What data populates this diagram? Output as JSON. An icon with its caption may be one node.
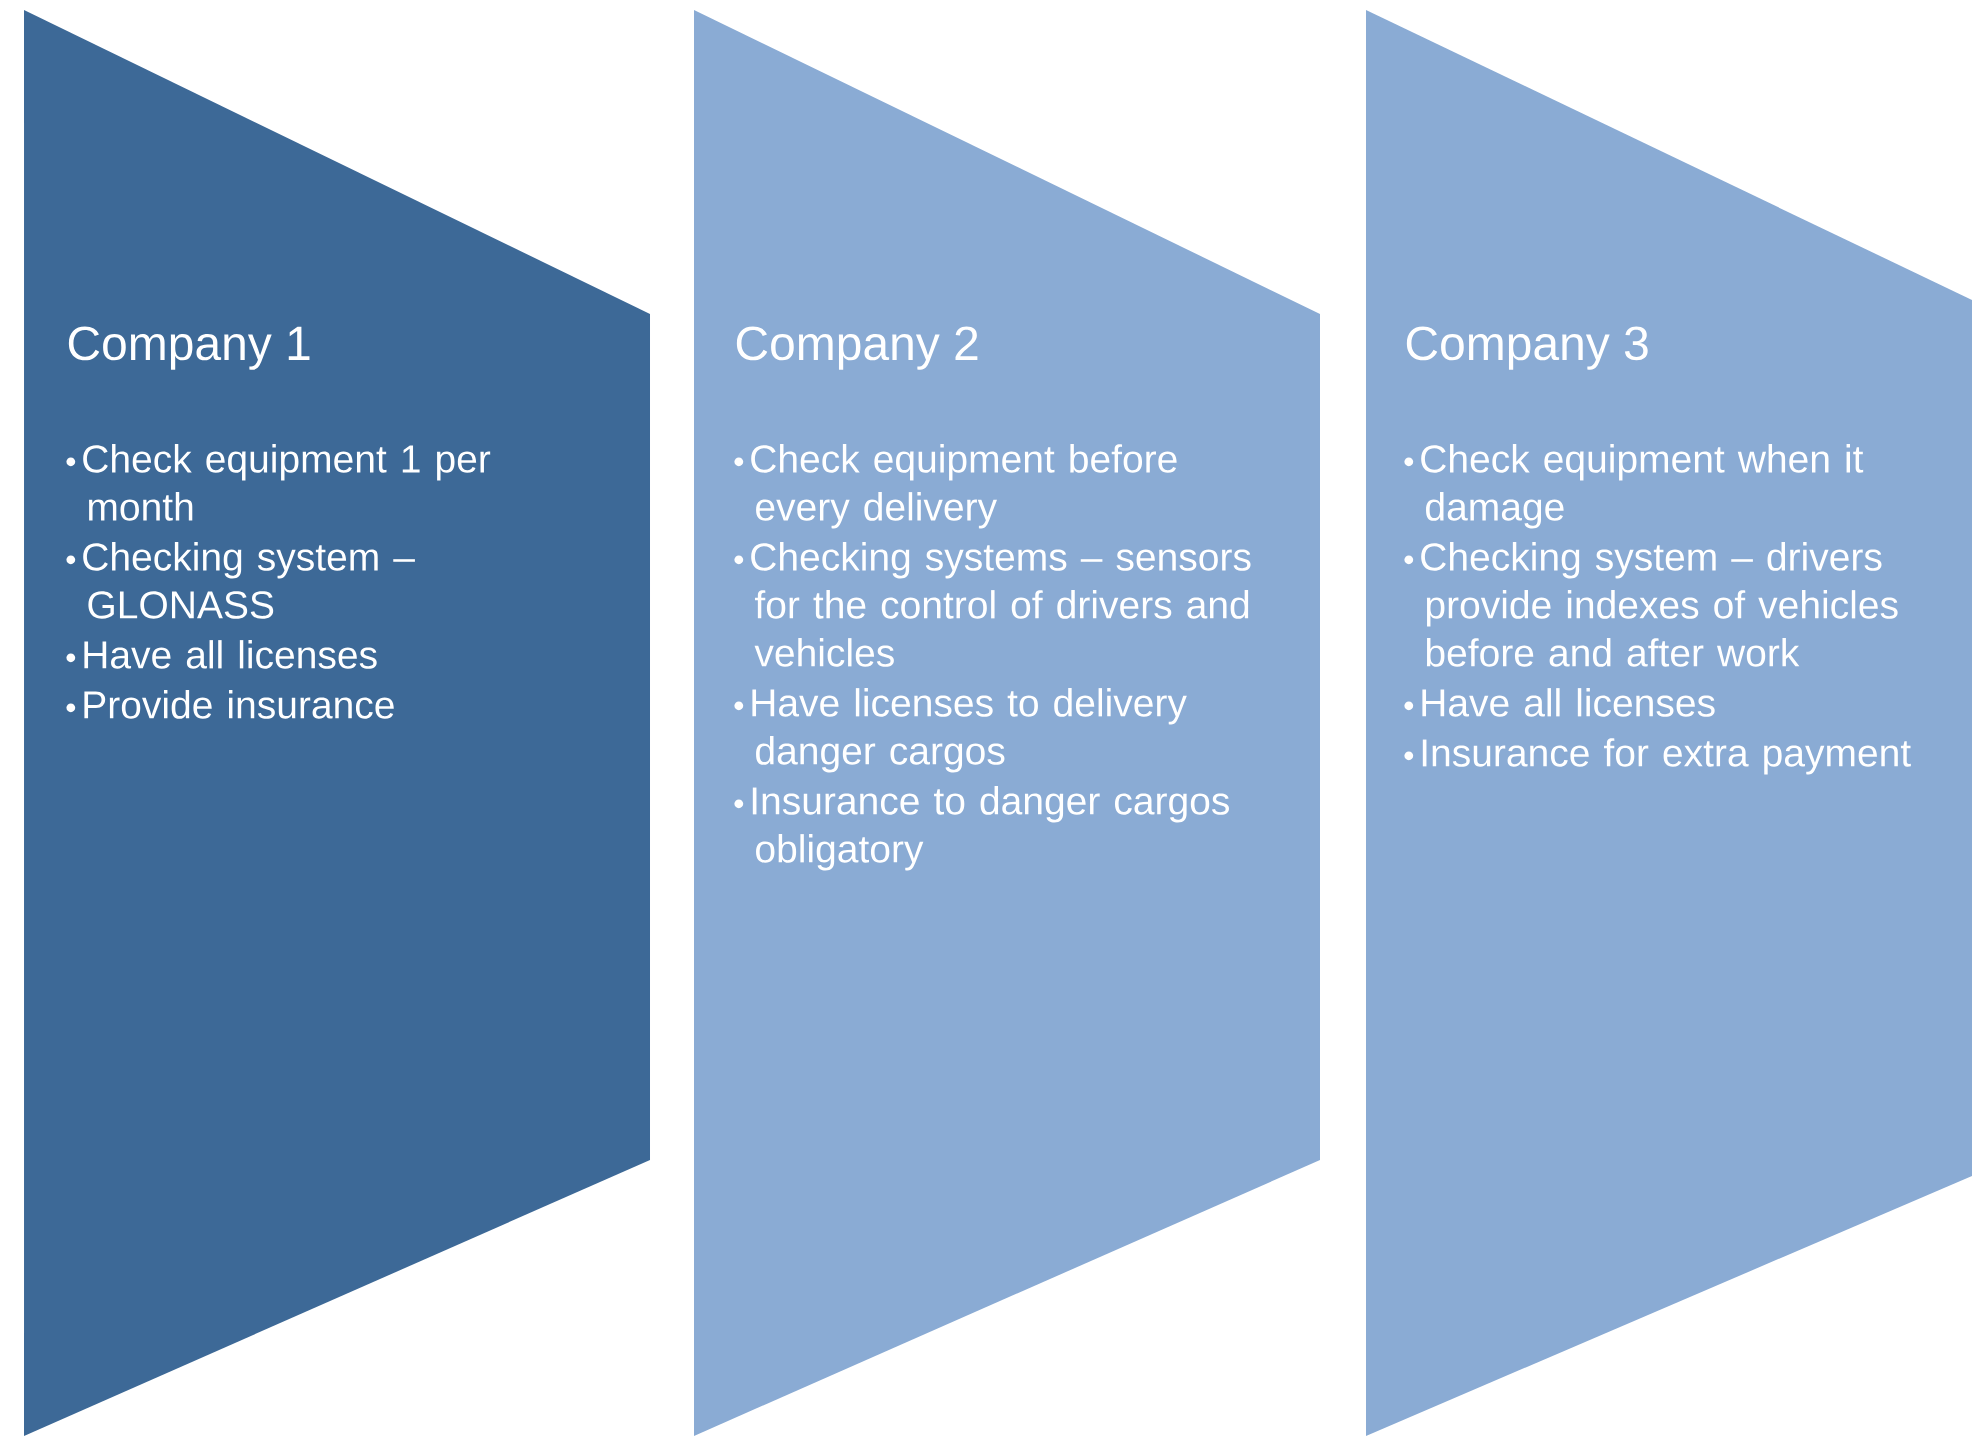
{
  "diagram": {
    "nodes": [
      {
        "text": [
          "Company 1",
          "Check equipment 1 per month",
          "Checking system – GLONASS",
          "Have all licenses",
          "Provide insurance"
        ]
      },
      {
        "text": [
          "Company 2",
          "Check equipment before every delivery",
          "Checking systems – sensors for the control of drivers and vehicles",
          "Have licenses to delivery danger cargos",
          "Insurance to danger cargos obligatory"
        ]
      },
      {
        "text": [
          "Company 3",
          "Check equipment when it damage",
          "Checking system – drivers provide indexes of vehicles before and after work",
          "Have all licenses",
          "Insurance for extra payment"
        ]
      }
    ]
  }
}
